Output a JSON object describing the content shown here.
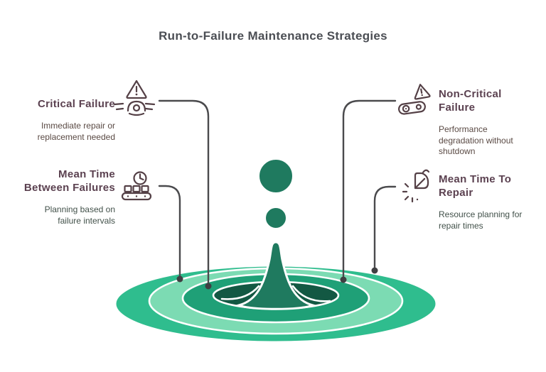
{
  "title": "Run-to-Failure Maintenance Strategies",
  "items": [
    {
      "id": "critical-failure",
      "heading": "Critical Failure",
      "heading_lines": [
        "Critical Failure"
      ],
      "description": "Immediate repair or replacement needed",
      "desc_lines": [
        "Immediate repair or",
        "replacement needed"
      ],
      "icon": "warning-triangle-splash-icon",
      "side": "left"
    },
    {
      "id": "mean-time-between-failures",
      "heading": "Mean Time Between Failures",
      "heading_lines": [
        "Mean Time",
        "Between Failures"
      ],
      "description": "Planning based on failure intervals",
      "desc_lines": [
        "Planning based on",
        "failure intervals"
      ],
      "icon": "clock-conveyor-icon",
      "side": "left"
    },
    {
      "id": "non-critical-failure",
      "heading": "Non-Critical Failure",
      "heading_lines": [
        "Non-Critical",
        "Failure"
      ],
      "description": "Performance degradation without shutdown",
      "desc_lines": [
        "Performance",
        "degradation without",
        "shutdown"
      ],
      "icon": "warning-triangle-belt-icon",
      "side": "right"
    },
    {
      "id": "mean-time-to-repair",
      "heading": "Mean Time To Repair",
      "heading_lines": [
        "Mean Time To",
        "Repair"
      ],
      "description": "Resource planning for repair times",
      "desc_lines": [
        "Resource planning for",
        "repair times"
      ],
      "icon": "timer-speed-icon",
      "side": "right"
    }
  ],
  "illustration": {
    "name": "water-droplet-ripple",
    "elements": [
      "falling-drop-large",
      "falling-drop-small",
      "splash-column",
      "ripple-rings",
      "connector-lines"
    ]
  },
  "colors": {
    "title-gray": "#4b4e54",
    "heading-plum": "#5b4150",
    "desc-warm": "#5a4a44",
    "desc-cool": "#42514a",
    "icon-maroon": "#544046",
    "connector-gray": "#4a4a4d",
    "connector-dot": "#3f3f42",
    "ripple-outer": "#2fbd8e",
    "ripple-mint": "#7cdbb3",
    "ripple-mid": "#1fa077",
    "ripple-center": "#135843",
    "drop-green": "#1f7a5f",
    "background": "#ffffff"
  }
}
